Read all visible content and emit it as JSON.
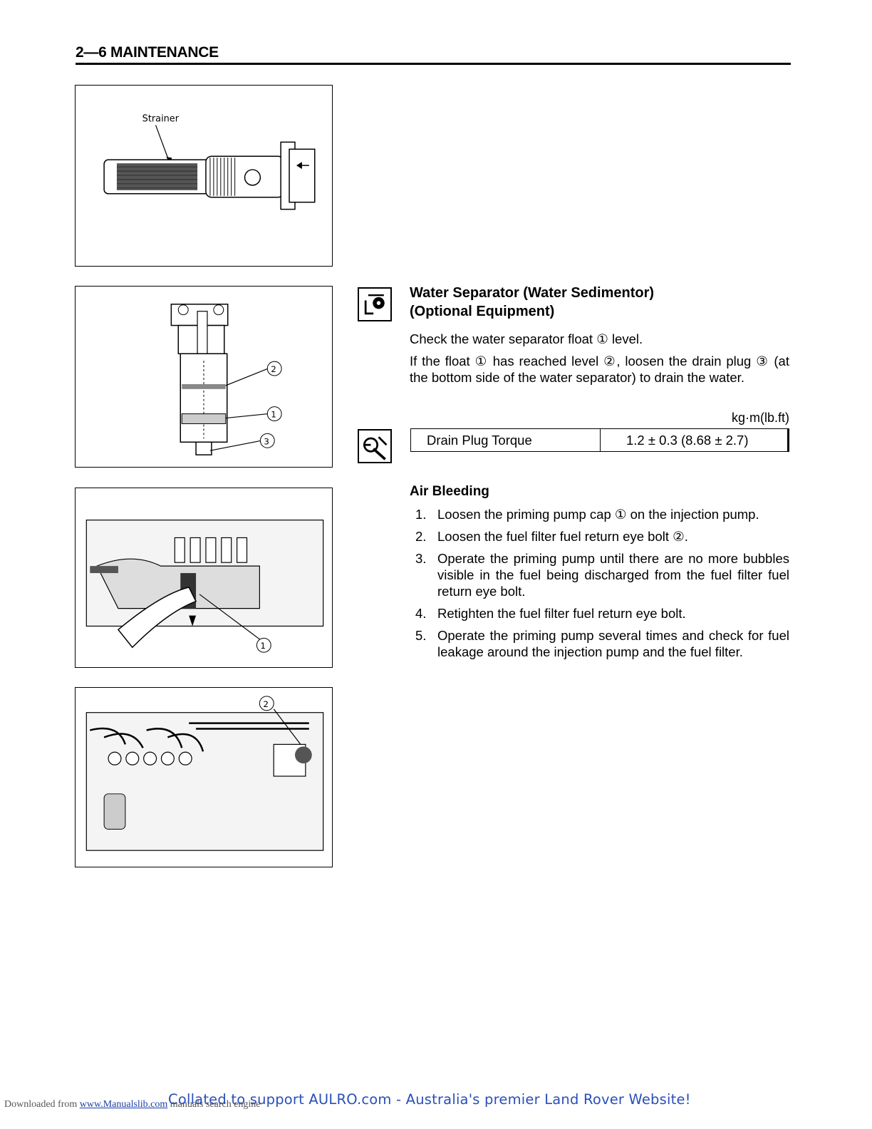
{
  "header": {
    "title": "2—6 MAINTENANCE"
  },
  "figures": {
    "strainer_label": "Strainer",
    "callouts": {
      "one": "①",
      "two": "②",
      "three": "③"
    }
  },
  "water_separator": {
    "title_line1": "Water Separator (Water Sedimentor)",
    "title_line2": "(Optional Equipment)",
    "para1": "Check the water separator float ① level.",
    "para2": "If the float ① has reached level ②, loosen the drain plug ③ (at the bottom side of the water separator) to drain the water.",
    "unit": "kg·m(lb.ft)",
    "table": {
      "label": "Drain Plug Torque",
      "value": "1.2 ± 0.3 (8.68 ± 2.7)"
    }
  },
  "air_bleeding": {
    "title": "Air Bleeding",
    "steps": [
      {
        "num": "1.",
        "text": "Loosen the priming pump cap ① on the injection pump."
      },
      {
        "num": "2.",
        "text": "Loosen the fuel filter fuel return eye bolt ②."
      },
      {
        "num": "3.",
        "text": "Operate the priming pump until there are no more bubbles visible in the fuel being discharged from the fuel filter fuel return eye bolt."
      },
      {
        "num": "4.",
        "text": "Retighten the fuel filter fuel return eye bolt."
      },
      {
        "num": "5.",
        "text": "Operate the priming pump several times and check for fuel leakage around the injection pump and the fuel filter."
      }
    ]
  },
  "footer": {
    "downloaded_prefix": "Downloaded from",
    "link": "www.Manualslib.com",
    "suffix": "manuals search engine",
    "collated": "Collated to support AULRO.com - Australia's premier Land Rover Website!"
  }
}
